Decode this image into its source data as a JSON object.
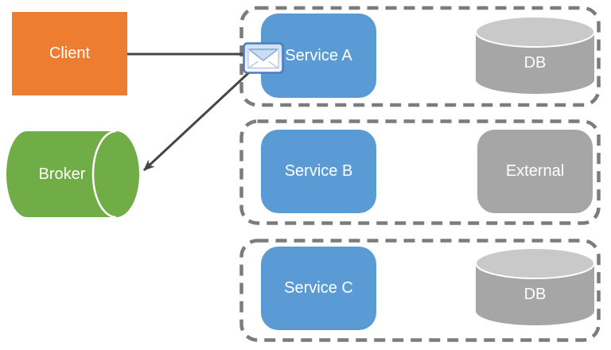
{
  "nodes": {
    "client": {
      "label": "Client",
      "shape": "rectangle",
      "color": "#ED7D31"
    },
    "broker": {
      "label": "Broker",
      "shape": "horizontal-cylinder",
      "color": "#70AD47"
    }
  },
  "groups": [
    {
      "service": {
        "label": "Service A",
        "color": "#5B9BD5"
      },
      "resource": {
        "label": "DB",
        "shape": "cylinder",
        "color": "#A6A6A6"
      },
      "icon": "envelope-icon"
    },
    {
      "service": {
        "label": "Service B",
        "color": "#5B9BD5"
      },
      "resource": {
        "label": "External",
        "shape": "rounded-rectangle",
        "color": "#A6A6A6"
      }
    },
    {
      "service": {
        "label": "Service C",
        "color": "#5B9BD5"
      },
      "resource": {
        "label": "DB",
        "shape": "cylinder",
        "color": "#A6A6A6"
      }
    }
  ],
  "connections": [
    {
      "from": "Client",
      "to": "Service A envelope",
      "style": "plain-line"
    },
    {
      "from": "Service A envelope",
      "to": "Broker",
      "style": "arrow"
    }
  ],
  "style": {
    "group_border_color": "#7C7C7C",
    "group_border_style": "dashed-rounded",
    "arrow_color": "#454545",
    "cylinder_top_color": "#C9C9C9",
    "label_text_color": "#FFFFFF",
    "background": "#FFFFFF"
  }
}
